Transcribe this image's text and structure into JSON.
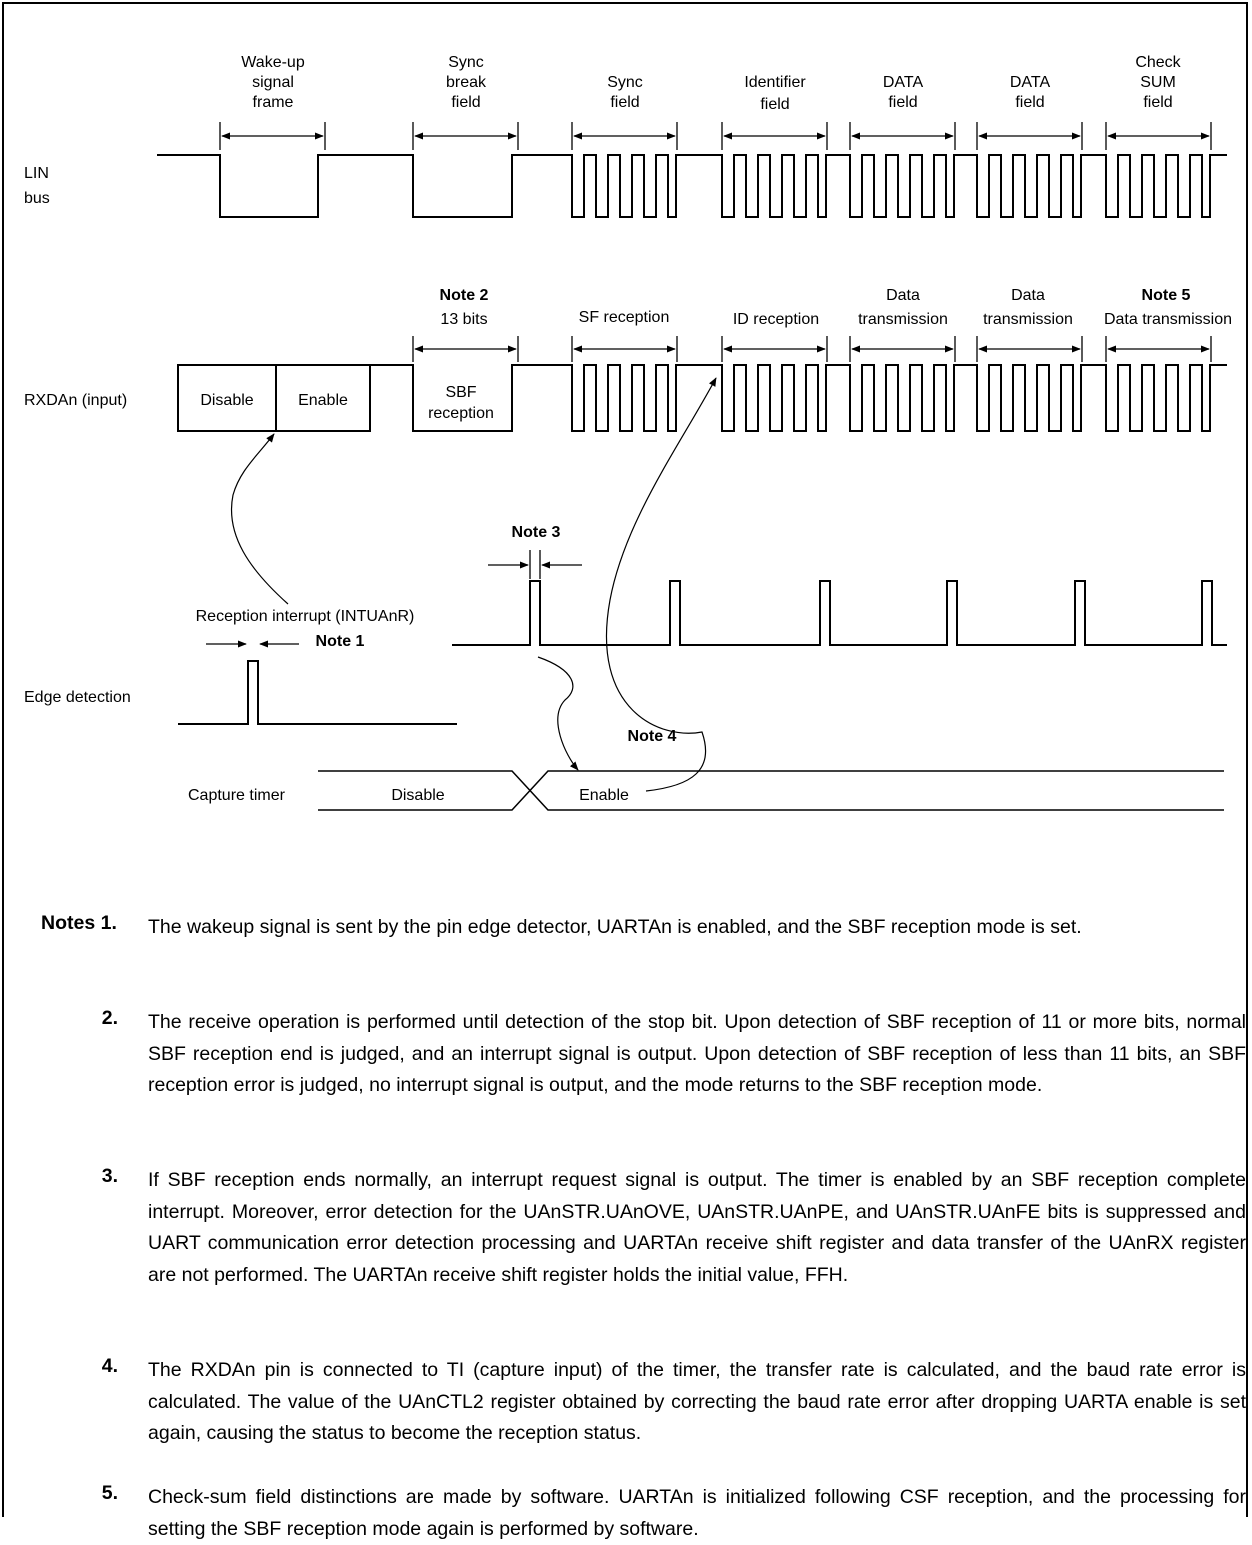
{
  "lin_bus": {
    "label_line1": "LIN",
    "label_line2": "bus",
    "fields": [
      {
        "lines": [
          "Wake-up",
          "signal",
          "frame"
        ]
      },
      {
        "lines": [
          "Sync",
          "break",
          "field"
        ]
      },
      {
        "lines": [
          "Sync",
          "field"
        ]
      },
      {
        "lines": [
          "Identifier",
          "field"
        ]
      },
      {
        "lines": [
          "DATA",
          "field"
        ]
      },
      {
        "lines": [
          "DATA",
          "field"
        ]
      },
      {
        "lines": [
          "Check",
          "SUM",
          "field"
        ]
      }
    ]
  },
  "rxdan": {
    "label": "RXDAn (input)",
    "disable": "Disable",
    "enable": "Enable",
    "sbf_line1": "SBF",
    "sbf_line2": "reception",
    "note2": "Note 2",
    "bits13": "13 bits",
    "sf_reception": "SF reception",
    "id_reception": "ID reception",
    "data_tx1_line1": "Data",
    "data_tx1_line2": "transmission",
    "data_tx2_line1": "Data",
    "data_tx2_line2": "transmission",
    "note5": "Note 5",
    "data_tx3": "Data transmission"
  },
  "edge": {
    "label": "Edge detection",
    "reception_interrupt": "Reception interrupt (INTUAnR)",
    "note1": "Note 1",
    "note3": "Note 3",
    "note4": "Note 4"
  },
  "capture": {
    "label": "Capture timer",
    "disable": "Disable",
    "enable": "Enable"
  },
  "notes": {
    "heading": "Notes",
    "items": [
      {
        "num": "1.",
        "text": "The wakeup signal is sent by the pin edge detector, UARTAn is enabled, and the SBF reception mode is set."
      },
      {
        "num": "2.",
        "text": "The receive operation is performed until detection of the stop bit.  Upon detection of SBF reception of 11 or more bits, normal SBF reception end is judged, and an interrupt signal is output.  Upon detection of SBF reception of less than 11 bits, an SBF reception error is judged, no interrupt signal is output, and the mode returns to the SBF reception mode."
      },
      {
        "num": "3.",
        "text": "If SBF reception ends normally, an interrupt request signal is output.  The timer is enabled by an SBF reception complete interrupt.  Moreover, error detection for the UAnSTR.UAnOVE, UAnSTR.UAnPE, and UAnSTR.UAnFE bits is suppressed and UART communication error detection processing and UARTAn receive shift register and data transfer of the UAnRX register are not performed.  The UARTAn receive shift register holds the initial value, FFH."
      },
      {
        "num": "4.",
        "text": "The RXDAn pin is connected to TI (capture input) of the timer, the transfer rate is calculated, and the baud rate error is calculated.  The value of the UAnCTL2 register obtained by correcting the baud rate error after dropping UARTA enable is set again, causing the status to become the reception status."
      },
      {
        "num": "5.",
        "text": "Check-sum field distinctions are made by software.  UARTAn is initialized following CSF reception, and the processing for setting the SBF reception mode again is performed by software."
      }
    ]
  }
}
